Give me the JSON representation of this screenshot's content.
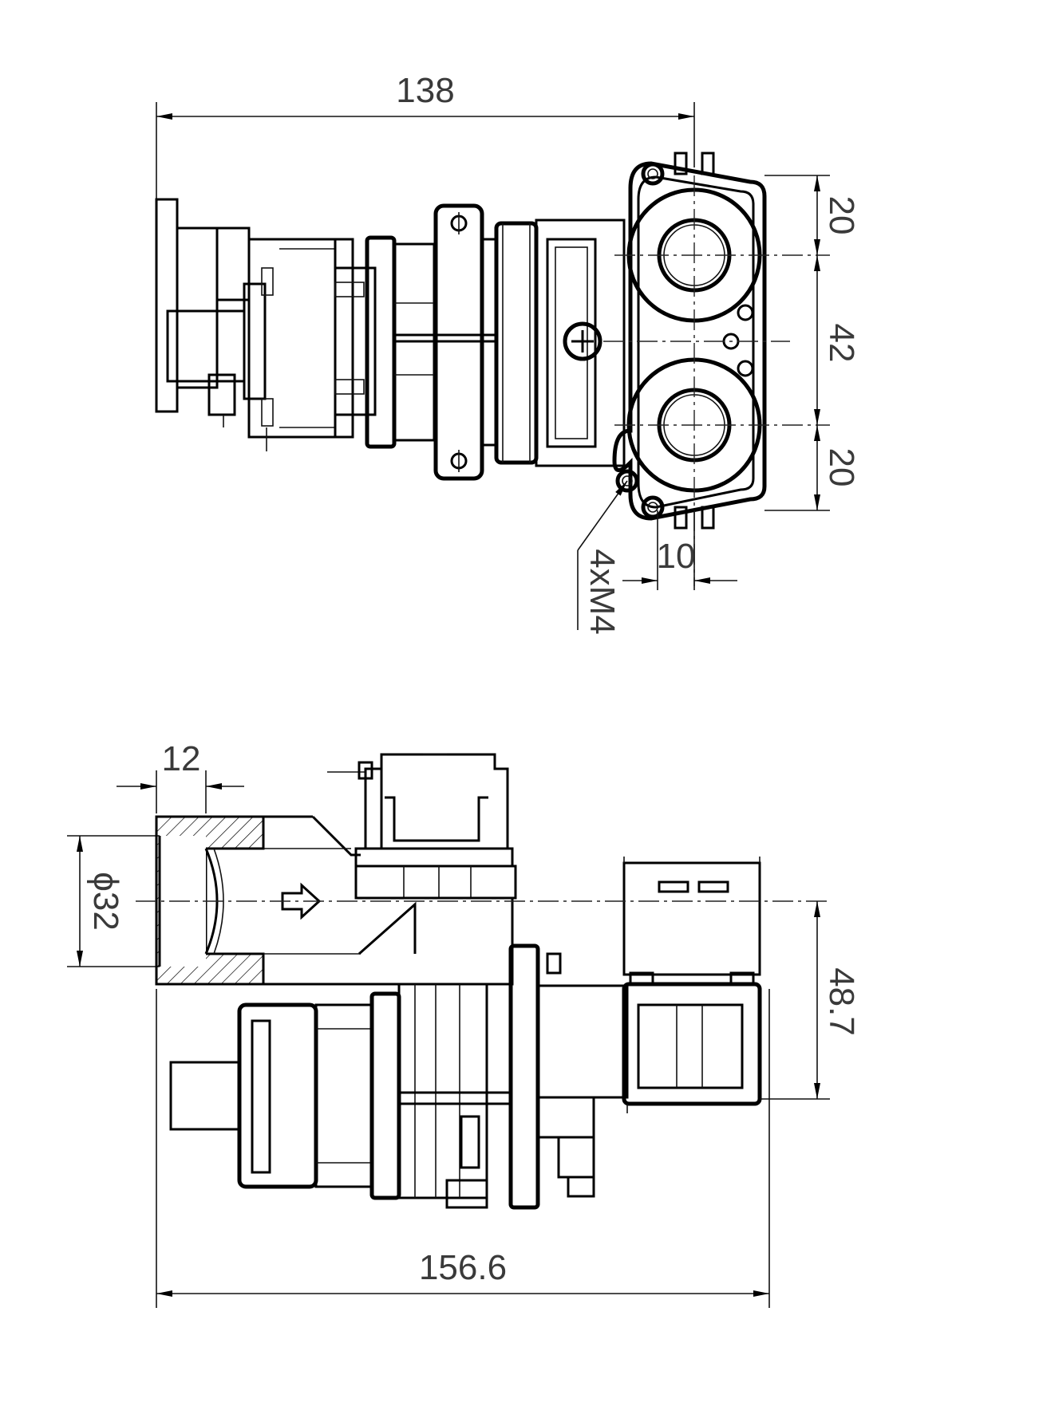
{
  "top_view": {
    "dim_width": "138",
    "dim_upper_offset": "20",
    "dim_spacing": "42",
    "dim_lower_offset": "20",
    "dim_hole_offset": "10",
    "thread_callout": "4xM4"
  },
  "side_view": {
    "dim_inlet_length": "12",
    "dim_inlet_diameter": "ϕ32",
    "dim_outlet_height": "48.7",
    "dim_total_length": "156.6"
  }
}
